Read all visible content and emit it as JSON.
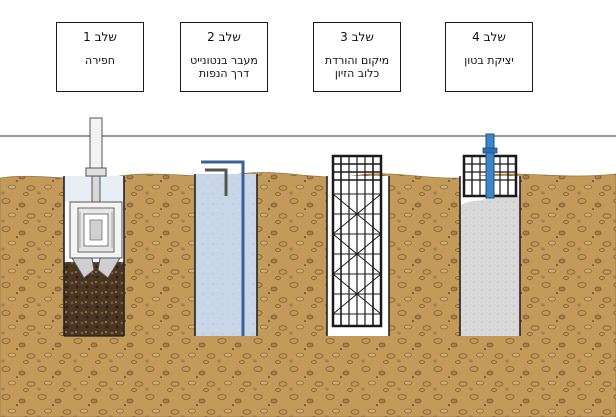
{
  "stages": [
    {
      "title": "שלב 1",
      "description": "חפירה"
    },
    {
      "title": "שלב 2",
      "description": "מעבר בנטונייט דרך הנפות"
    },
    {
      "title": "שלב 3",
      "description": "מיקום והורדת כלוב הזיון"
    },
    {
      "title": "שלב 4",
      "description": "יציקת בטון"
    }
  ],
  "colors": {
    "soil": "#c39a5a",
    "soil_dark": "#8a6a3a",
    "bentonite": "#c8d6e8",
    "concrete": "#d8d8d8",
    "steel_cage": "#1a1a1a",
    "tremie_pipe": "#2f6fb0"
  }
}
